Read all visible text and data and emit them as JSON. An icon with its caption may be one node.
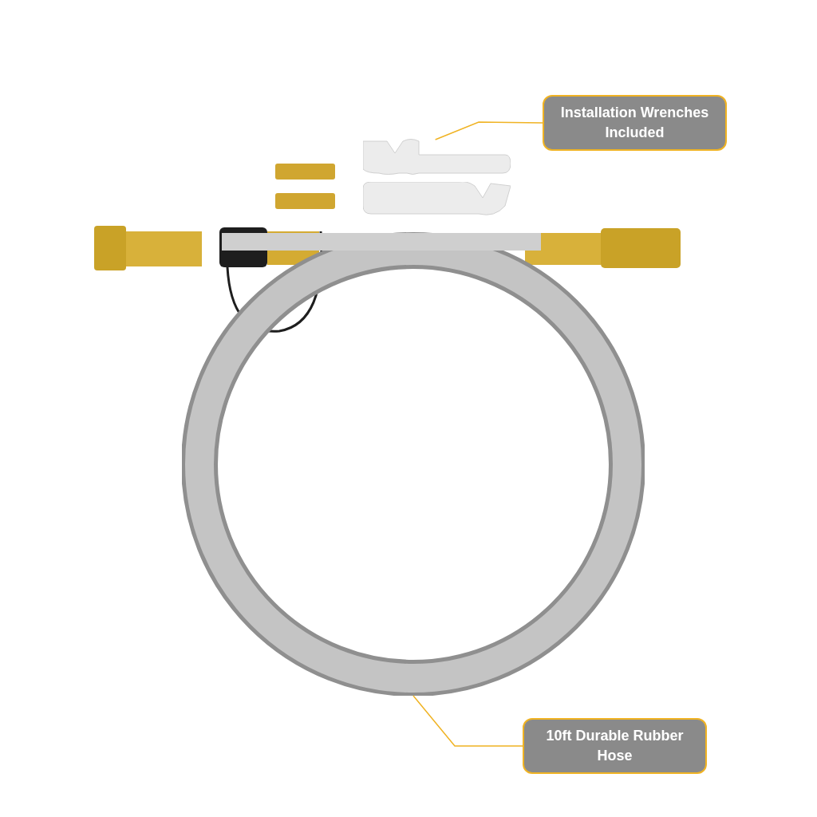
{
  "diagram": {
    "nodes": [
      {
        "text": [
          "Installation Wrenches Included"
        ]
      },
      {
        "text": [],
        "shape": "picture"
      },
      {
        "text": [
          "10ft Durable Rubber Hose"
        ]
      },
      {
        "text": [],
        "shape": "picture"
      }
    ],
    "edges": [
      {
        "from": 0,
        "to": 1,
        "arrow": "none"
      },
      {
        "from": 2,
        "to": 3,
        "arrow": "none"
      }
    ]
  }
}
